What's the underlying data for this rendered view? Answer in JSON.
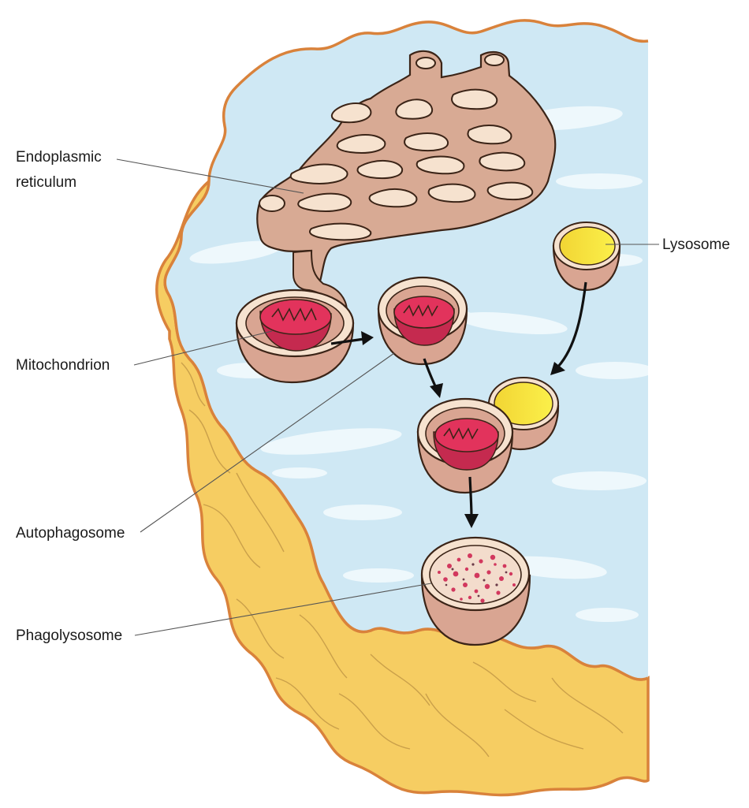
{
  "labels": {
    "er_line1": "Endoplasmic",
    "er_line2": "reticulum",
    "lysosome": "Lysosome",
    "mitochondrion": "Mitochondrion",
    "autophagosome": "Autophagosome",
    "phagolysosome": "Phagolysosome"
  },
  "colors": {
    "cytoplasm": "#cfe8f4",
    "cytoplasm_light": "#eef8fc",
    "membrane_outline": "#d9823b",
    "outer_surface": "#f6cd62",
    "er_fill": "#d8aa94",
    "er_inner": "#f6e2cf",
    "vesicle_body": "#d9a592",
    "mitochondrion": "#e2335c",
    "lysosome_content": "#f3e42d",
    "arrow": "#111111"
  }
}
